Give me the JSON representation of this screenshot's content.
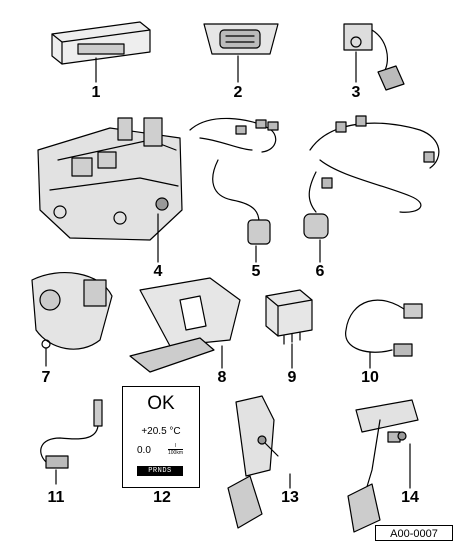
{
  "labels": [
    "1",
    "2",
    "3",
    "4",
    "5",
    "6",
    "7",
    "8",
    "9",
    "10",
    "11",
    "12",
    "13",
    "14"
  ],
  "display": {
    "status": "OK",
    "temperature": "+20.5 °C",
    "consumption": "0.0",
    "consumption_unit_top": "l",
    "consumption_unit_bottom": "100km",
    "gear_selector": "PRNDS"
  },
  "reference": "A00-0007"
}
